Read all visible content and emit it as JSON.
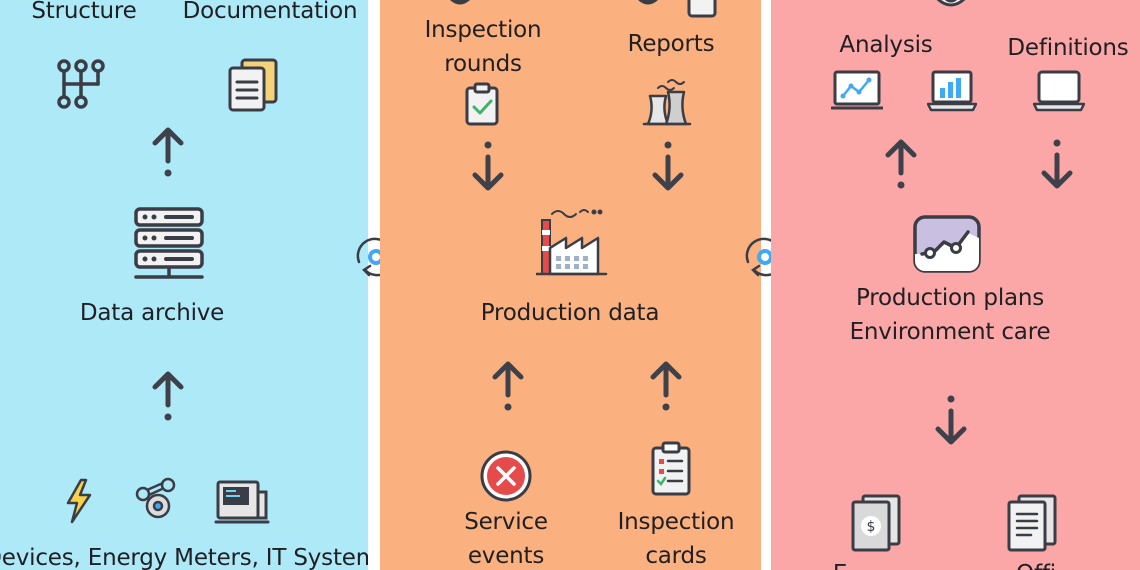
{
  "panel_left": {
    "structure_label": "Structure",
    "documentation_label": "Documentation",
    "data_archive_label": "Data archive",
    "sources_label": "Devices, Energy Meters, IT Systems"
  },
  "panel_middle": {
    "inspection_rounds_line1": "Inspection",
    "inspection_rounds_line2": "rounds",
    "reports_label": "Reports",
    "production_data_label": "Production data",
    "service_events_line1": "Service",
    "service_events_line2": "events",
    "inspection_cards_line1": "Inspection",
    "inspection_cards_line2": "cards"
  },
  "panel_right": {
    "analysis_label": "Analysis",
    "definitions_label": "Definitions",
    "plans_line1": "Production plans",
    "plans_line2": "Environment care",
    "bottom_left_partial": "E",
    "bottom_right_partial": "Offi"
  },
  "colors": {
    "panel_left": "#aee9f8",
    "panel_middle": "#fbb07f",
    "panel_right": "#fba7a7",
    "arrow": "#3e4149",
    "cycle_accent": "#3fa9f5"
  }
}
